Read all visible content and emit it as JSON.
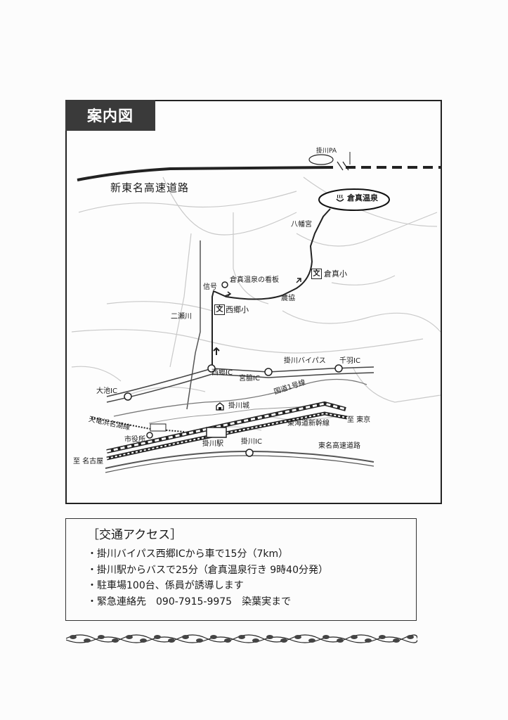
{
  "map": {
    "title": "案内図",
    "labels": {
      "expressway_new": "新東名高速道路",
      "pa": "掛川PA",
      "onsen": "倉真温泉",
      "yawatamiya": "八幡宮",
      "kuramasho": "倉真小",
      "nokyo": "農協",
      "signboard": "倉真温泉の看板",
      "signal": "信号",
      "saigosho": "西郷小",
      "futasegawa": "二瀬川",
      "saigo_ic": "西郷IC",
      "miyawaki_ic": "宮脇IC",
      "bypass": "掛川バイパス",
      "senba_ic": "千羽IC",
      "oike_ic": "大池IC",
      "route1": "国道1号線",
      "castle": "掛川城",
      "tenhama": "天竜浜名湖線",
      "shiyakusho": "市役所",
      "station": "掛川駅",
      "kakegawa_ic": "掛川IC",
      "shinkansen": "東海道新幹線",
      "to_tokyo": "至 東京",
      "tomei": "東名高速道路",
      "to_nagoya": "至 名古屋",
      "school_mark": "文"
    }
  },
  "access": {
    "title": "［交通アクセス］",
    "lines": [
      "・掛川バイパス西郷ICから車で15分（7km）",
      "・掛川駅からバスで25分（倉真温泉行き 9時40分発）",
      "・駐車場100台、係員が誘導します",
      "・緊急連絡先　090-7915-9975　染葉実まで"
    ]
  },
  "icons": [
    "onsen-icon",
    "castle-icon",
    "school-icon",
    "arrow-icon",
    "leaf-ornament"
  ]
}
